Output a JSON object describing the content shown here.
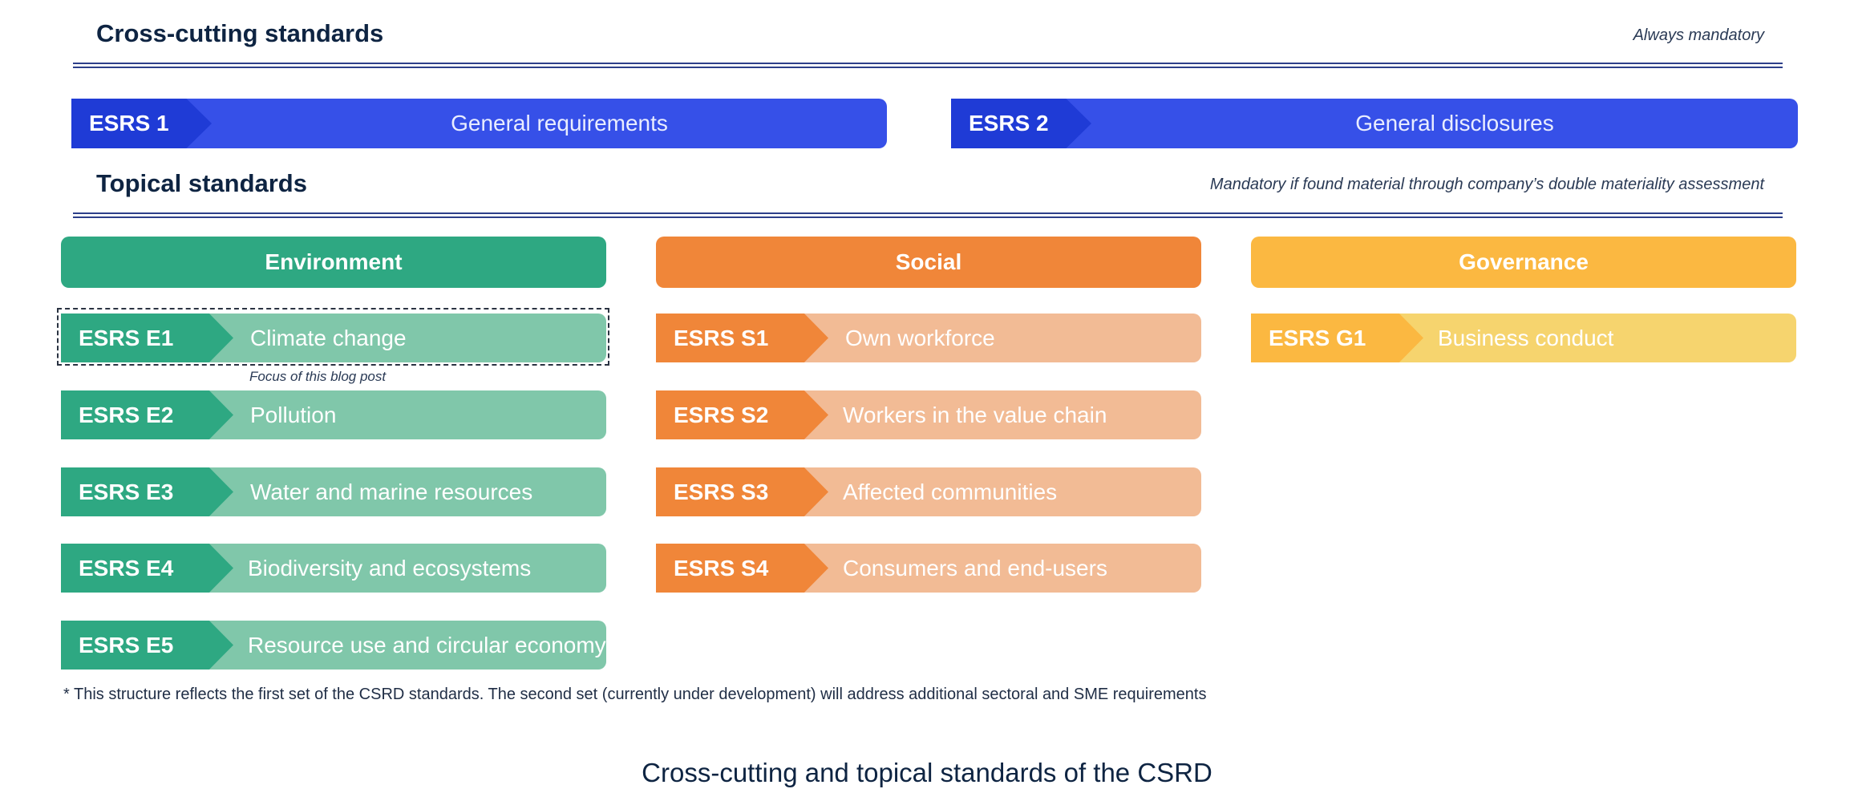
{
  "cross_cutting": {
    "title": "Cross-cutting standards",
    "note": "Always mandatory",
    "items": [
      {
        "code": "ESRS 1",
        "label": "General requirements"
      },
      {
        "code": "ESRS 2",
        "label": "General disclosures"
      }
    ]
  },
  "topical": {
    "title": "Topical standards",
    "note": "Mandatory if found material through company’s double materiality assessment"
  },
  "pillars": {
    "environment": {
      "title": "Environment",
      "color": "#2ea882",
      "items": [
        {
          "code": "ESRS E1",
          "label": "Climate change"
        },
        {
          "code": "ESRS E2",
          "label": "Pollution"
        },
        {
          "code": "ESRS E3",
          "label": "Water and marine resources"
        },
        {
          "code": "ESRS E4",
          "label": "Biodiversity and ecosystems"
        },
        {
          "code": "ESRS E5",
          "label": "Resource use and circular economy"
        }
      ]
    },
    "social": {
      "title": "Social",
      "color": "#f08639",
      "items": [
        {
          "code": "ESRS S1",
          "label": "Own workforce"
        },
        {
          "code": "ESRS S2",
          "label": "Workers in the value chain"
        },
        {
          "code": "ESRS S3",
          "label": "Affected communities"
        },
        {
          "code": "ESRS S4",
          "label": "Consumers and end-users"
        }
      ]
    },
    "governance": {
      "title": "Governance",
      "color": "#fbb841",
      "items": [
        {
          "code": "ESRS G1",
          "label": "Business conduct"
        }
      ]
    }
  },
  "focus_note": "Focus of this blog post",
  "footnote": "* This structure reflects the first set of the CSRD standards. The second set (currently under development) will address additional sectoral and SME requirements",
  "caption": "Cross-cutting and topical standards of the CSRD"
}
